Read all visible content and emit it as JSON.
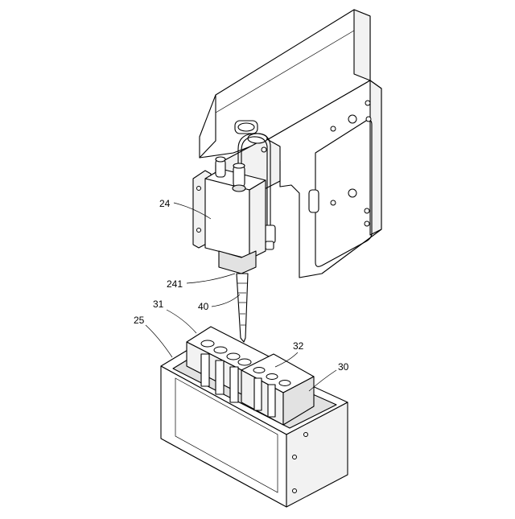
{
  "labels": {
    "pipette_head": "24",
    "tip_mount": "241",
    "pipette_tip": "40",
    "tray_a": "31",
    "container": "25",
    "tray_b": "32",
    "rack": "30"
  }
}
